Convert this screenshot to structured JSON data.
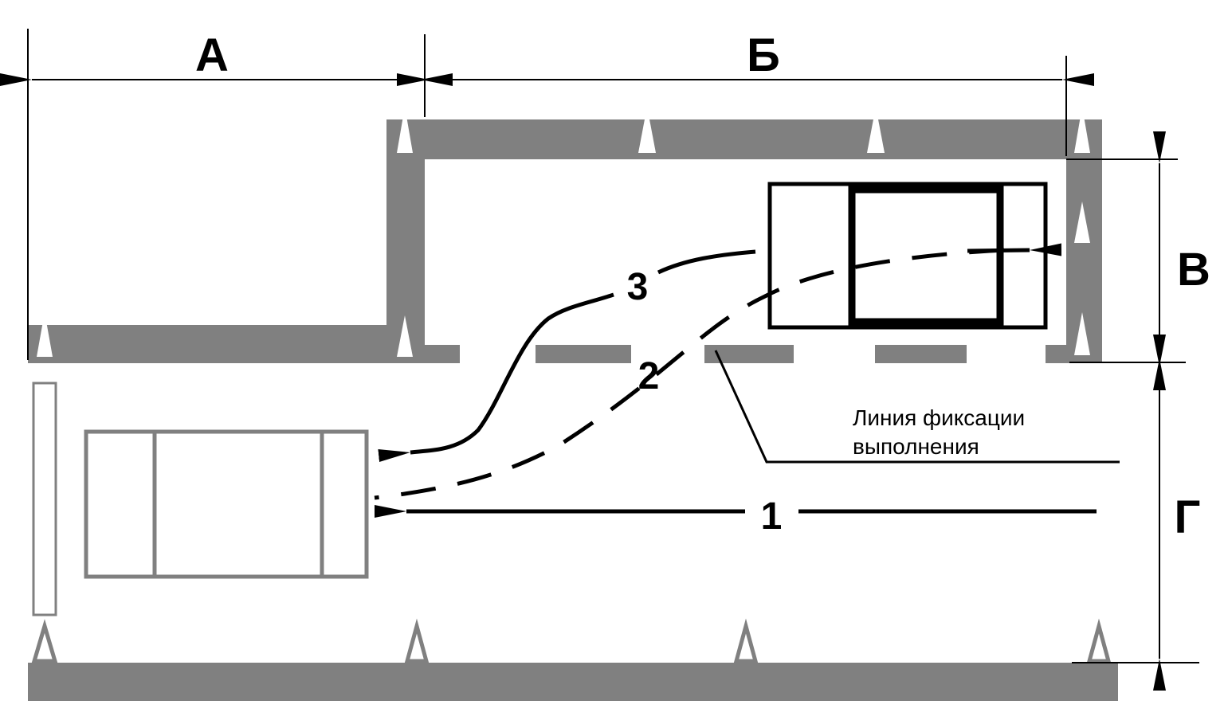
{
  "dimensions": {
    "a": "А",
    "b": "Б",
    "v": "В",
    "g": "Г"
  },
  "paths": {
    "p1": "1",
    "p2": "2",
    "p3": "3"
  },
  "annotation": {
    "line1": "Линия фиксации",
    "line2": "выполнения"
  },
  "colors": {
    "boundary": "#808080",
    "line": "#000000",
    "background": "#ffffff"
  },
  "icons": [
    "cone-icon"
  ]
}
